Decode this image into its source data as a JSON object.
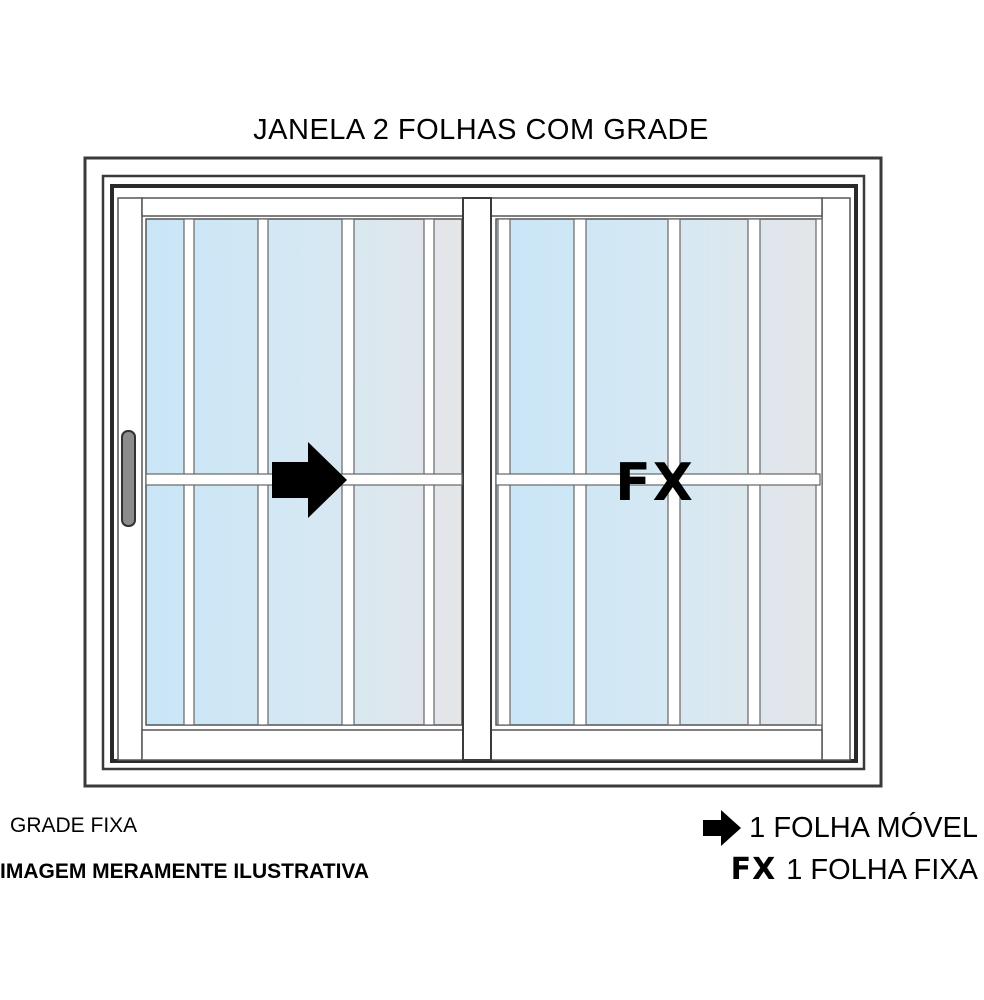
{
  "title": "JANELA 2 FOLHAS COM GRADE",
  "panels": {
    "fixed_mark": "FX"
  },
  "legend": {
    "grid_note": "GRADE FIXA",
    "disclaimer": "IMAGEM MERAMENTE ILUSTRATIVA",
    "moving_leaf": "1 FOLHA MÓVEL",
    "fixed_mark": "FX",
    "fixed_leaf": "1 FOLHA FIXA"
  },
  "icons": {
    "moving_indicator": "arrow-right-icon",
    "handle": "window-handle-icon"
  },
  "colors": {
    "glass_light_blue": "#c9e6f7",
    "glass_grey": "#e3e6e9",
    "frame_stroke": "#3a3a3a",
    "frame_fill": "#ffffff"
  }
}
